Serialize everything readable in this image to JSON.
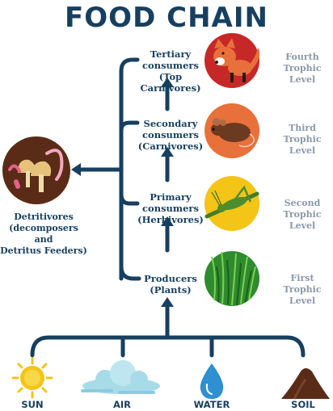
{
  "title": "FOOD CHAIN",
  "levels": [
    {
      "name": "Tertiary consumers",
      "sub": "(Top Carnivores)",
      "trophic1": "Fourth",
      "trophic2": "Trophic Level",
      "icon": "fox-icon"
    },
    {
      "name": "Secondary consumers",
      "sub": "(Carnivores)",
      "trophic1": "Third",
      "trophic2": "Trophic Level",
      "icon": "mouse-icon"
    },
    {
      "name": "Primary consumers",
      "sub": "(Herbivores)",
      "trophic1": "Second",
      "trophic2": "Trophic Level",
      "icon": "grasshopper-icon"
    },
    {
      "name": "Producers",
      "sub": "(Plants)",
      "trophic1": "First",
      "trophic2": "Trophic Level",
      "icon": "grass-icon"
    }
  ],
  "detritivores": {
    "line1": "Detritivores",
    "line2": "(decomposers and",
    "line3": "Detritus Feeders)",
    "icon": "mushroom-worm-icon"
  },
  "sources": [
    {
      "label": "SUN",
      "icon": "sun-icon"
    },
    {
      "label": "AIR",
      "icon": "cloud-icon"
    },
    {
      "label": "WATER",
      "icon": "water-drop-icon"
    },
    {
      "label": "SOIL",
      "icon": "soil-mound-icon"
    }
  ],
  "colors": {
    "navy": "#173f5f",
    "gray": "#8a9aa8",
    "red": "#c62828",
    "orange": "#e8703a",
    "yellow": "#f4c417",
    "green": "#2e8b2e",
    "brown": "#5a2c17"
  }
}
